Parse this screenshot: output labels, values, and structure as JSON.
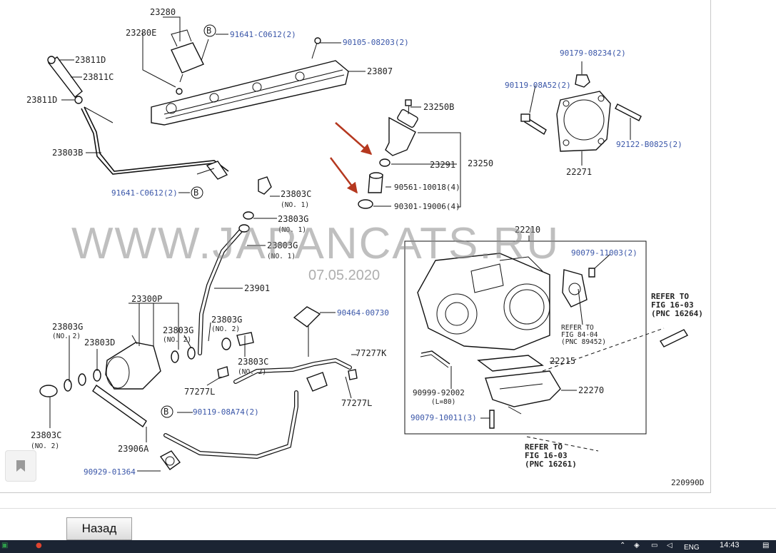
{
  "diagram": {
    "code": "220990D",
    "watermark": "WWW.JAPANCATS.RU",
    "date": "07.05.2020",
    "labels": {
      "p23280": "23280",
      "p23280E": "23280E",
      "p23811D_top": "23811D",
      "p23811C": "23811C",
      "p23811D_left": "23811D",
      "p23807": "23807",
      "p23803B": "23803B",
      "p91641_top": "91641-C0612(2)",
      "p91641_bot": "91641-C0612(2)",
      "p90105": "90105-08203(2)",
      "p90179_08234": "90179-08234(2)",
      "p90119_08A52": "90119-08A52(2)",
      "p92122": "92122-B0825(2)",
      "p22271": "22271",
      "p23250B": "23250B",
      "p23291": "23291",
      "p23250": "23250",
      "p90561": "90561-10018(4)",
      "p90301": "90301-19006(4)",
      "p23803C_no1": "23803C",
      "no1_a": "(NO. 1)",
      "p23803G_no1a": "23803G",
      "no1_b": "(NO. 1)",
      "p23803G_no1b": "23803G",
      "no1_c": "(NO. 1)",
      "p23901": "23901",
      "p23300P": "23300P",
      "p23803G_no2a": "23803G",
      "no2_a": "(NO. 2)",
      "p23803D": "23803D",
      "p23803G_no2b": "23803G",
      "no2_b": "(NO. 2)",
      "p23803G_no2c": "23803G",
      "no2_c": "(NO. 2)",
      "p23803C_no2a": "23803C",
      "no2_d": "(NO. 2)",
      "p90464": "90464-00730",
      "p77277K": "77277K",
      "p77277L_a": "77277L",
      "p77277L_b": "77277L",
      "p90119_08A74": "90119-08A74(2)",
      "p23803C_no2b": "23803C",
      "no2_e": "(NO. 2)",
      "p23906A": "23906A",
      "p90929": "90929-01364",
      "p22210": "22210",
      "p90079_11003": "90079-11003(2)",
      "refer84_a": "REFER TO",
      "refer84_b": "FIG 84-04",
      "refer84_c": "(PNC 89452)",
      "refer16264_a": "REFER TO",
      "refer16264_b": "FIG 16-03",
      "refer16264_c": "(PNC 16264)",
      "p22215": "22215",
      "p22270": "22270",
      "p90999": "90999-92002",
      "l80": "(L=80)",
      "p90079_10011": "90079-10011(3)",
      "refer16261_a": "REFER TO",
      "refer16261_b": "FIG 16-03",
      "refer16261_c": "(PNC 16261)",
      "b_a": "B",
      "b_b": "B",
      "b_c": "B"
    }
  },
  "nav": {
    "back_label": "Назад"
  },
  "taskbar": {
    "time": "14:43",
    "lang": "ENG"
  },
  "colors": {
    "arrow": "#b5381f",
    "label_link": "#3a56a8"
  }
}
